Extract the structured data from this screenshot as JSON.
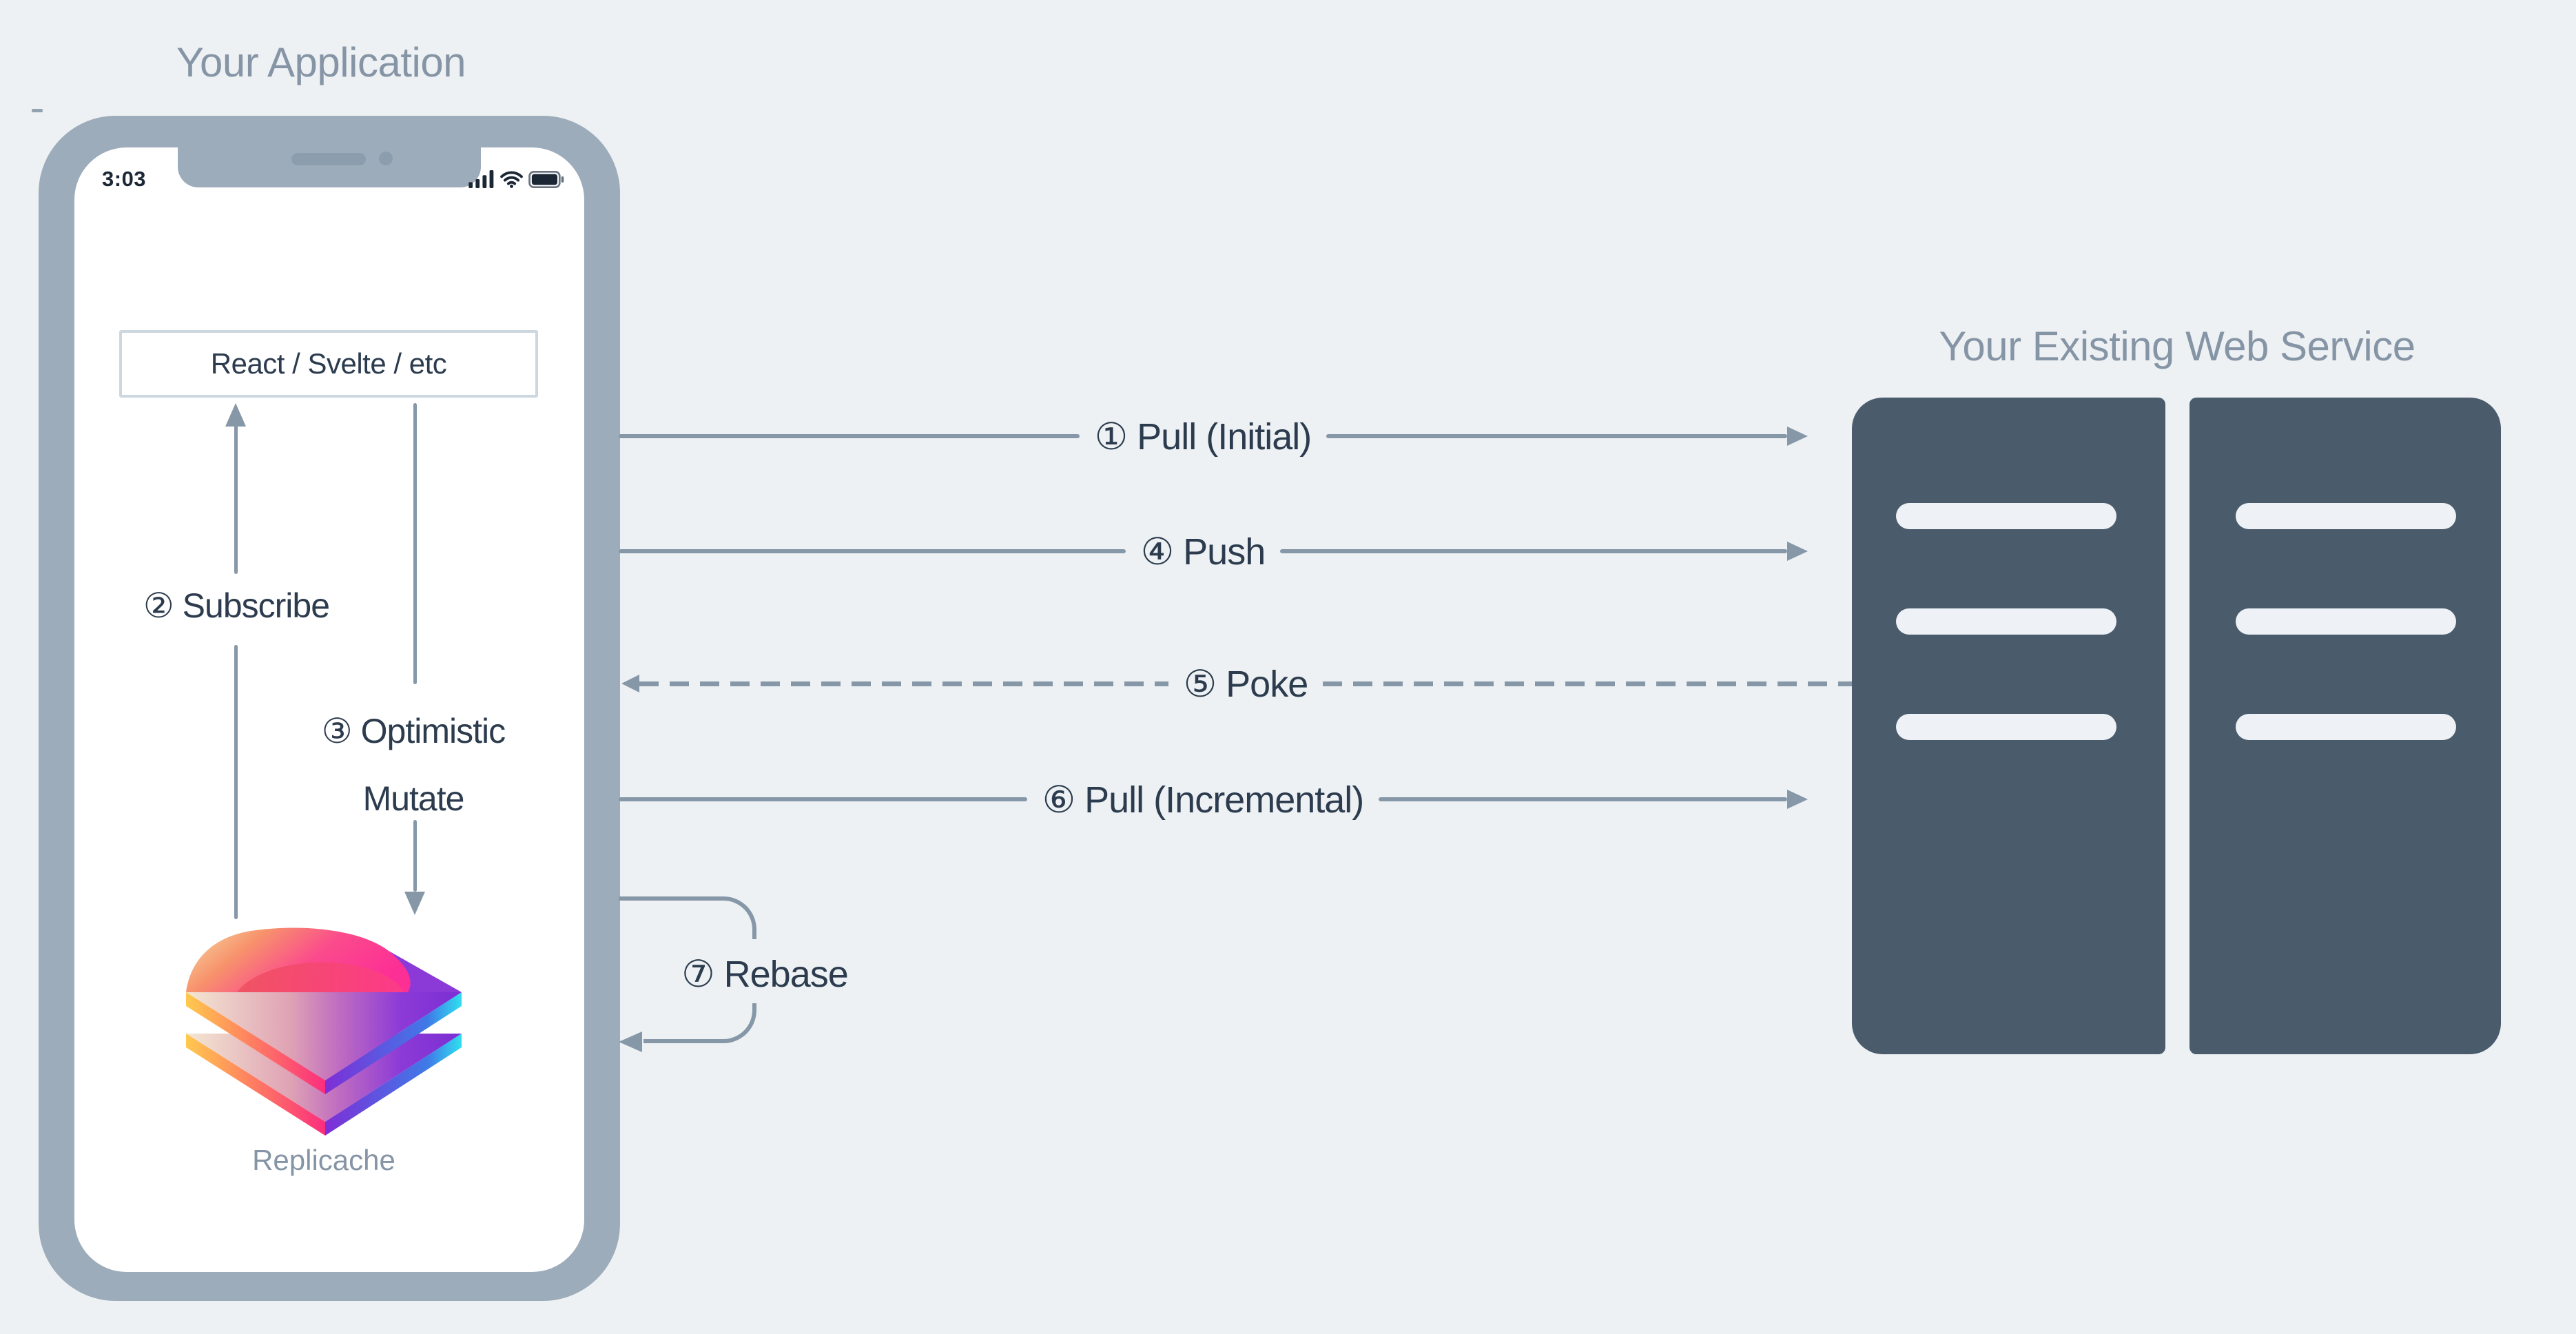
{
  "colors": {
    "background": "#edf1f4",
    "phone_bezel": "#9dacba",
    "arrow_line": "#8698a8",
    "dark_text": "#2c3c4e",
    "muted_text": "#8695a5",
    "server_fill": "#4a5b6c"
  },
  "application": {
    "title": "Your Application",
    "phone_status": {
      "clock": "3:03"
    },
    "framework_box": "React / Svelte / etc",
    "logo_label": "Replicache"
  },
  "service": {
    "title": "Your Existing Web Service"
  },
  "flows": {
    "pull_initial": "① Pull (Initial)",
    "subscribe": "② Subscribe",
    "optimistic_mutate": [
      "③ Optimistic",
      "Mutate"
    ],
    "push": "④ Push",
    "poke": "⑤ Poke",
    "pull_incremental": "⑥ Pull (Incremental)",
    "rebase": "⑦ Rebase"
  }
}
